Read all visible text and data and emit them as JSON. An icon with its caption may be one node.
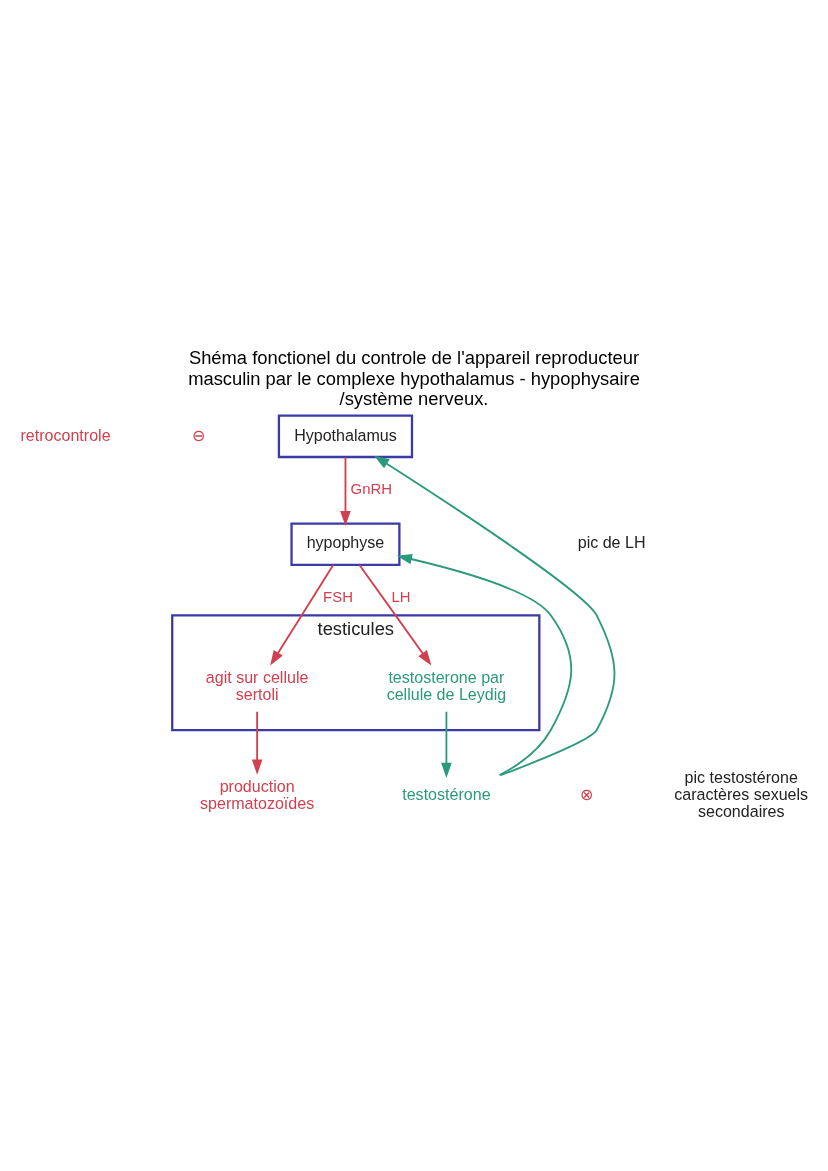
{
  "diagram": {
    "title": "Shéma fonctionel du controle de l'appareil reproducteur masculin par le complexe hypothalamus - hypophysaire /système nerveux.",
    "nodes": [
      {
        "text": [
          "Hypothalamus"
        ]
      },
      {
        "text": [
          "hypophyse"
        ]
      },
      {
        "text": [
          "testicules"
        ]
      },
      {
        "text": [
          "agit sur cellule sertoli"
        ],
        "in": 2
      },
      {
        "text": [
          "testosterone par cellule de Leydig"
        ],
        "in": 2
      },
      {
        "text": [
          "production spermatozoïdes"
        ]
      },
      {
        "text": [
          "testostérone"
        ]
      }
    ],
    "edges": [
      {
        "from": 0,
        "to": 1,
        "arrow": "to",
        "label": "GnRH"
      },
      {
        "from": 1,
        "to": 3,
        "arrow": "to",
        "label": "FSH"
      },
      {
        "from": 1,
        "to": 4,
        "arrow": "to",
        "label": "LH"
      },
      {
        "from": 3,
        "to": 5,
        "arrow": "to"
      },
      {
        "from": 4,
        "to": 6,
        "arrow": "to",
        "color": "#2a9a7c"
      },
      {
        "from": 6,
        "to": 0,
        "arrow": "to",
        "color": "#2a9a7c"
      },
      {
        "from": 6,
        "to": 1,
        "arrow": "to",
        "color": "#2a9a7c"
      }
    ],
    "labels": [
      "retrocontrole",
      "⊖",
      "pic de LH",
      "⊗",
      "pic testostérone caractères sexuels secondaires"
    ]
  }
}
